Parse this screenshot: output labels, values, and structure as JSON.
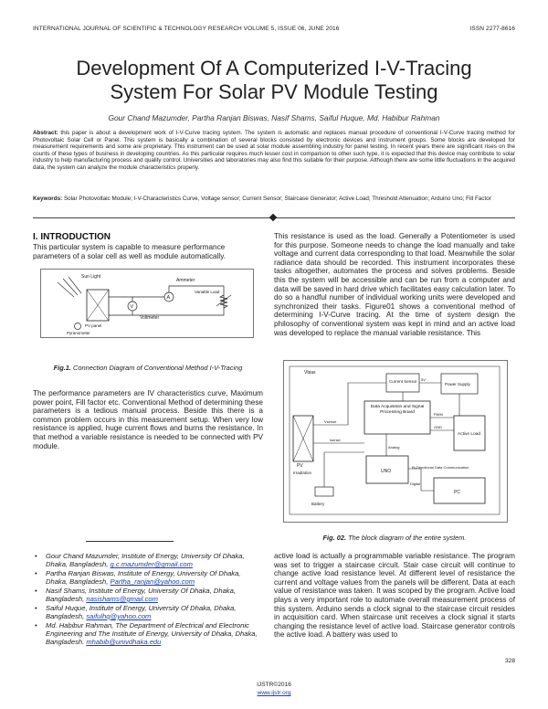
{
  "header": {
    "journal": "INTERNATIONAL JOURNAL OF SCIENTIFIC & TECHNOLOGY RESEARCH VOLUME 5, ISSUE 06, JUNE 2016",
    "issn": "ISSN 2277-8616"
  },
  "title": {
    "line1": "Development Of A Computerized I-V-Tracing",
    "line2": "System For Solar PV Module Testing"
  },
  "authors": "Gour Chand Mazumder, Partha Ranjan Biswas, Nasif Shams, Saiful Huque, Md. Habibur Rahman",
  "abstract": {
    "label": "Abstract:",
    "text": "this paper is about a development work of I-V-Curve tracing system. The system is automatic and replaces manual procedure of conventional I-V-Curve tracing method for Photovoltaic Solar Cell or Panel. This system is basically a combination of several blocks consisted by electronic devices and instrument groups. Some blocks are developed for measurement requirements and some are proprietary. This instrument can be used at solar module assembling industry for panel testing. In recent years there are significant rises on the counts of these types of business in developing countries. As this particular requires much lesser cost in comparison to other such type, it is expected that this device may contribute to solar industry to help manufacturing process and quality control. Universities and laboratories may also find this suitable for their purpose. Although there are some little fluctuations in the acquired data, the system can analyze the module characteristics properly."
  },
  "keywords": {
    "label": "Keywords:",
    "text": "Solar Photovoltaic Module; I-V-Characteristics Curve, Voltage sensor; Current Sensor; Staircase Generator; Active Load; Threshold Attenuation; Arduino Uno; Fill Factor"
  },
  "section1": {
    "heading": "I. INTRODUCTION",
    "intro": "This particular system is capable to measure performance parameters of a solar cell as well as module automatically.",
    "para2": "The performance parameters are IV characteristics curve, Maximum power point, Fill factor etc. Conventional Method of determining these parameters is a tedious manual process. Beside this there is a common problem occurs in this measurement setup. When very low resistance is applied, huge current flows and burns the resistance. In that method a variable resistance is needed to be connected with PV module.",
    "right1": "This resistance is used as the load. Generally a Potentiometer is used for this purpose. Someone needs to change the load manually and take voltage and current data corresponding to that load. Meanwhile the solar radiance data should be recorded. This instrument incorporates these tasks altogether, automates the process and solves problems. Beside this the system will be accessible and can be run from a computer and data will be saved in hard drive which facilitates easy calculation later. To do so a handful number of individual working units were developed and synchronized their tasks. Figure01 shows a conventional method of determining I-V-Curve tracing. At the time of system design the philosophy of conventional system was kept in mind and an active load was developed to replace the manual variable resistance. This",
    "right2": "active load is actually a programmable variable resistance. The program was set to trigger a staircase circuit. Stair case circuit will continue to change active load resistance level. At different level of resistance the current and voltage values from the panels will be different. Data at each value of resistance was taken. It was scoped by the program. Active load plays a very important role to automate overall measurement process of this system. Arduino sends a clock signal to the staircase circuit resides in acquisition card. When staircase unit receives a clock signal it starts changing the resistance level of active load. Staircase generator controls the active load. A battery was used to"
  },
  "figure1": {
    "caption_label": "Fig.1.",
    "caption_text": "Connection Diagram of Conventional Method I-V-Tracing",
    "labels": {
      "sun": "Sun Light",
      "ammeter": "Ammeter",
      "ammeter_symbol": "A",
      "voltmeter_symbol": "V",
      "voltmeter": "Voltmeter",
      "panel": "PV panel",
      "load": "Variable Load",
      "pyranometer": "Pyranometer"
    }
  },
  "figure2": {
    "caption_label": "Fig. 02.",
    "caption_text": "The block diagram of the entire system.",
    "labels": {
      "outer": "Vbias",
      "current_sensor": "Current Sensor",
      "power_supply": "Power Supply",
      "daq": "Data Acquisition and Signal Processing Board",
      "active_load": "Active Load",
      "pv": "PV",
      "irradiation": "Irradiation",
      "uno": "UNO",
      "pc": "PC",
      "battery": "Battery",
      "link": "Bi-Directional Data Communication",
      "sig1": "Vsense",
      "sig2": "Isense",
      "sig3": "PWM",
      "sig4": "GND",
      "sig5": "5V",
      "sig6": "Analog",
      "sig7": "Digital"
    }
  },
  "footnotes": [
    {
      "text": "Gour Chand Mazumder, Institute of Energy, University Of Dhaka, Dhaka, Bangladesh,",
      "email": "g.c.mazumder@gmail.com"
    },
    {
      "text": "Partha Ranjan Biswas, Institute of Energy, University Of Dhaka, Dhaka, Bangladesh,",
      "email": "Partha_ranjan@yahoo.com"
    },
    {
      "text": "Nasif Shams, Institute of Energy, University Of Dhaka, Dhaka, Bangladesh,",
      "email": "nasishams@gmail.com"
    },
    {
      "text": "Saiful Huque, Institute of Energy, University Of Dhaka, Dhaka, Bangladesh,",
      "email": "saifulhq@yahoo.com"
    },
    {
      "text": "Md. Habibur Rahman, The Department of Electrical and Electronic Engineering and The Institute of Energy, University of Dhaka, Dhaka, Bangladesh.",
      "email": "mhabib@univdhaka.edu"
    }
  ],
  "footer": {
    "page_number": "328",
    "code": "IJSTR©2016",
    "site": "www.ijstr.org"
  }
}
